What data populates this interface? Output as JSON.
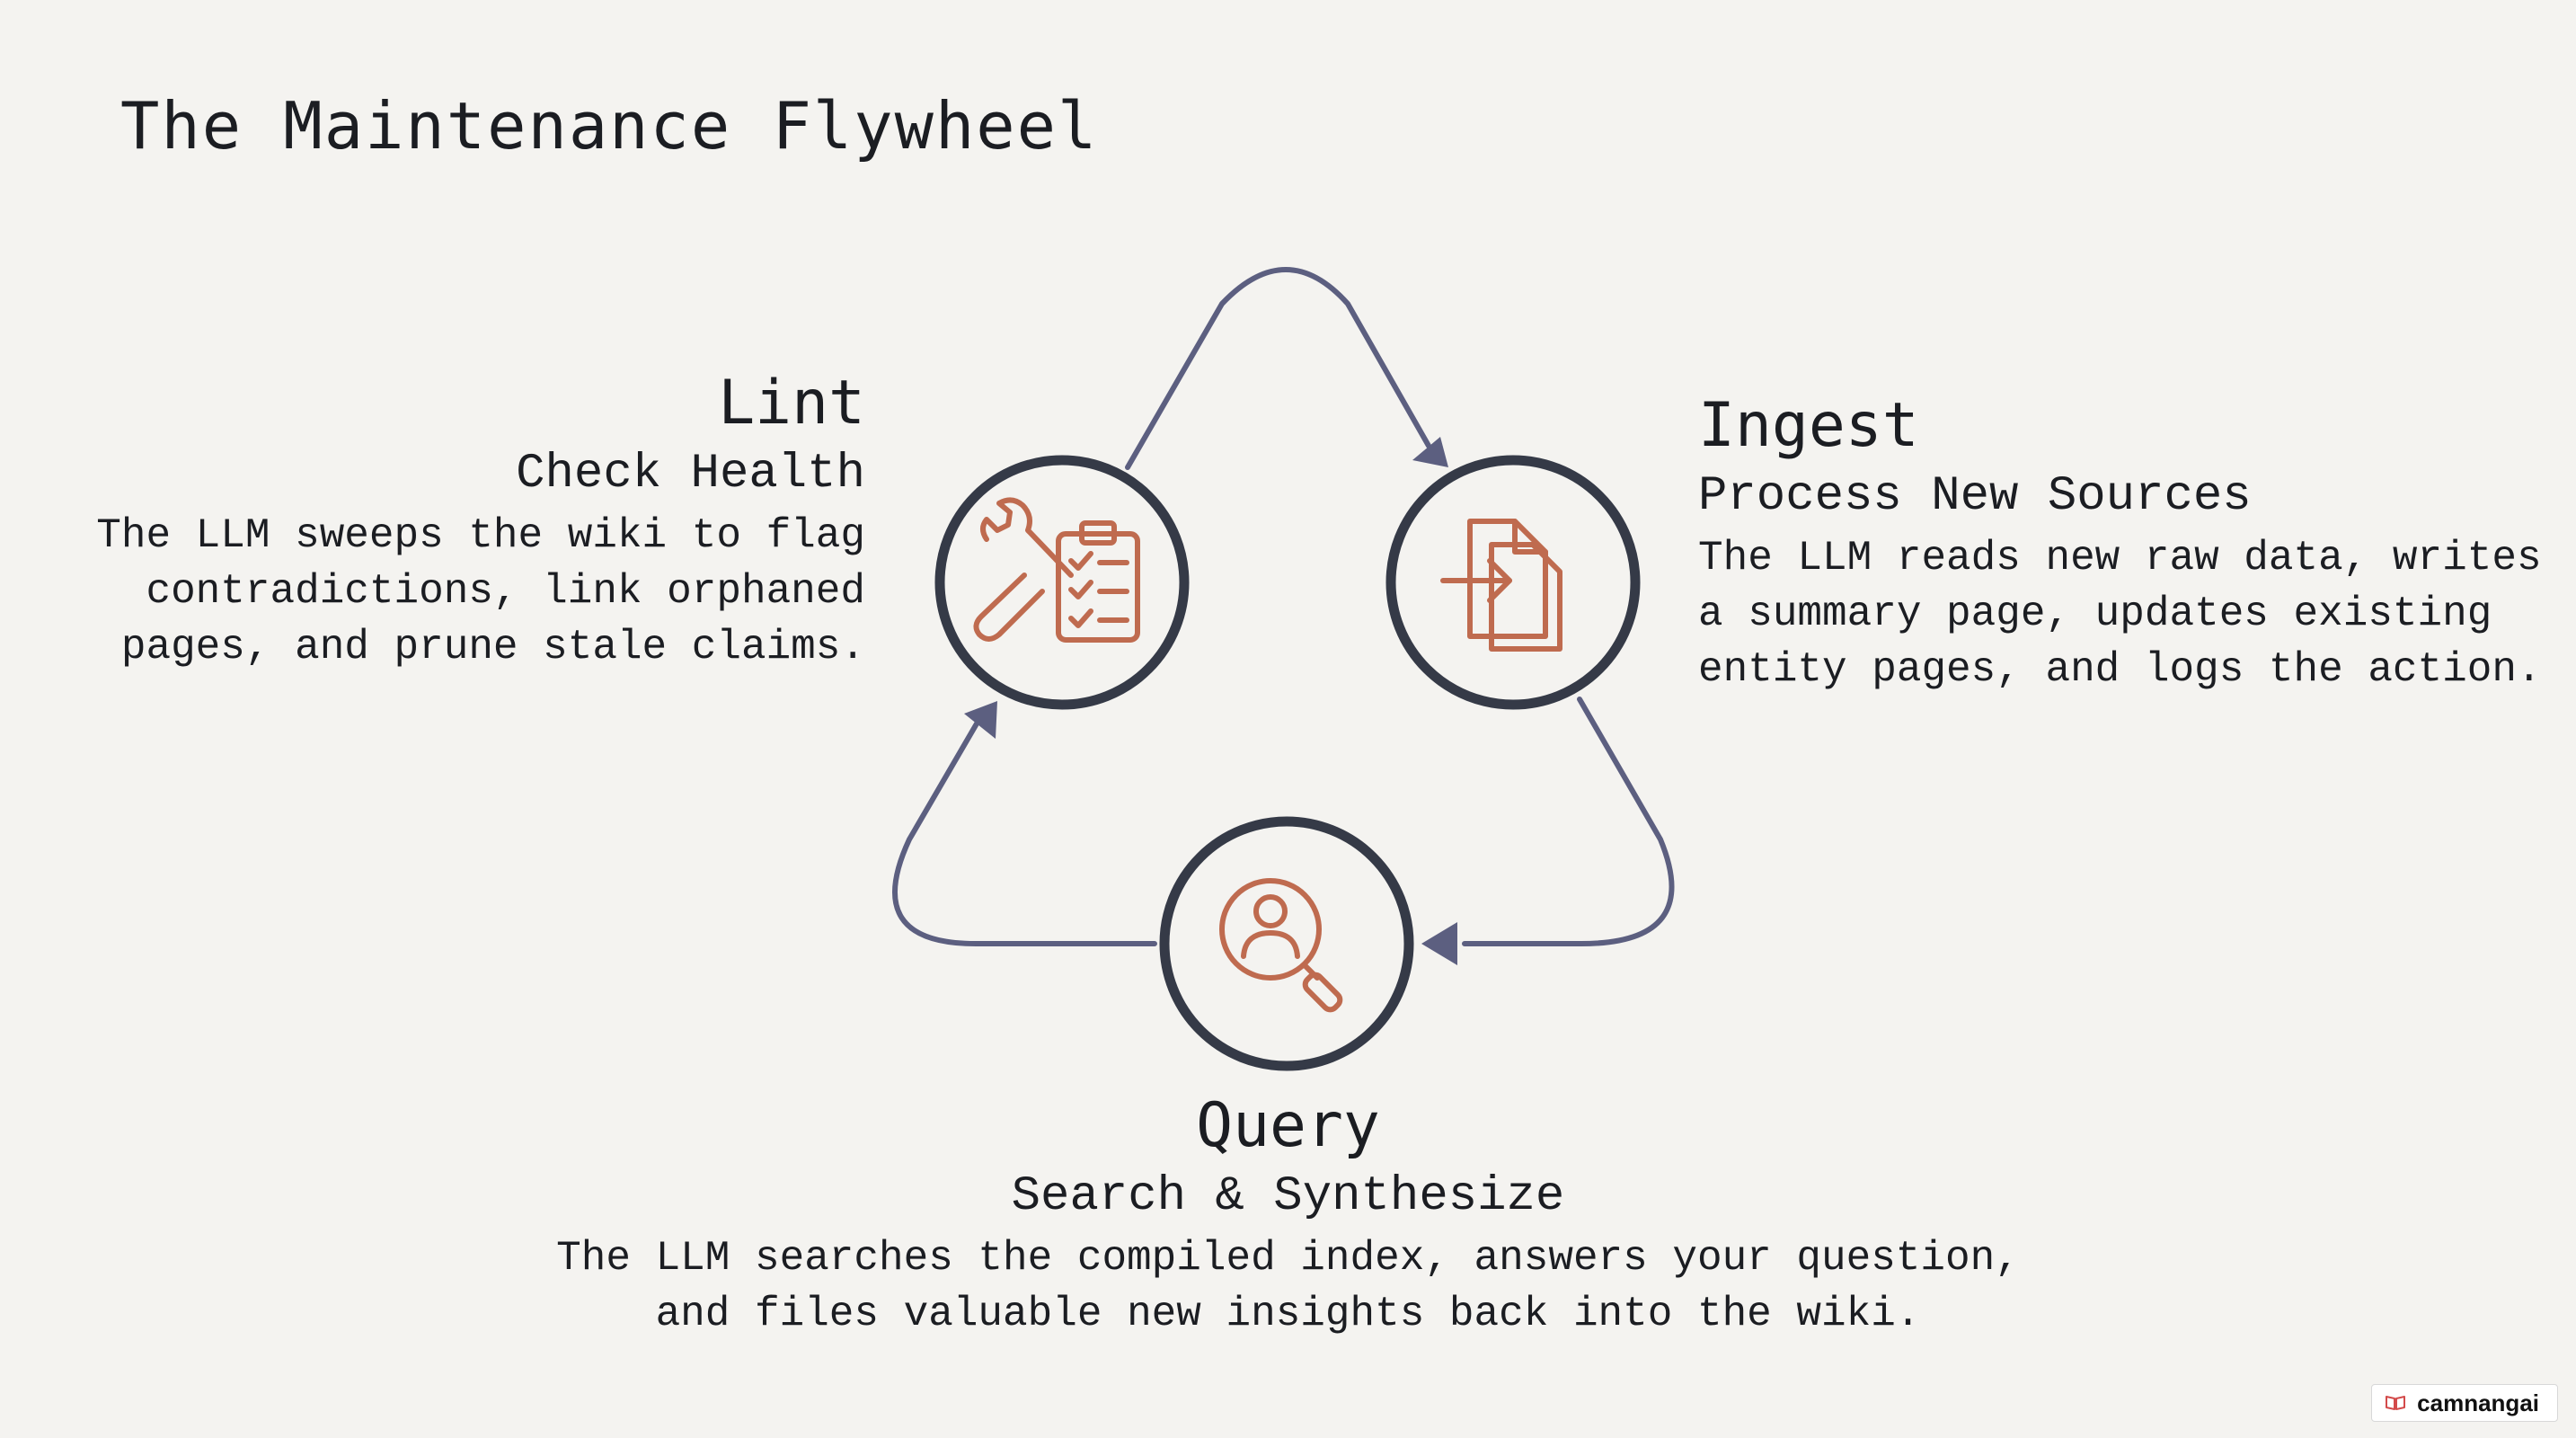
{
  "title": "The Maintenance Flywheel",
  "colors": {
    "ring": "#353a47",
    "arrow": "#5c5f80",
    "icon": "#bf6b4f",
    "background": "#f4f3f0"
  },
  "stages": {
    "lint": {
      "name": "Lint",
      "subtitle": "Check Health",
      "description": [
        "The LLM sweeps the wiki to flag",
        "contradictions, link orphaned",
        "pages, and prune stale claims."
      ],
      "icon": "wrench-and-clipboard-checklist-icon"
    },
    "ingest": {
      "name": "Ingest",
      "subtitle": "Process New Sources",
      "description": [
        "The LLM reads new raw data, writes",
        "a summary page, updates existing",
        "entity pages, and logs the action."
      ],
      "icon": "document-import-icon"
    },
    "query": {
      "name": "Query",
      "subtitle": "Search & Synthesize",
      "description": [
        "The LLM searches the compiled index, answers your question,",
        "and files valuable new insights back into the wiki."
      ],
      "icon": "user-search-icon"
    }
  },
  "badge": {
    "label": "camnangai",
    "icon": "book-icon"
  }
}
